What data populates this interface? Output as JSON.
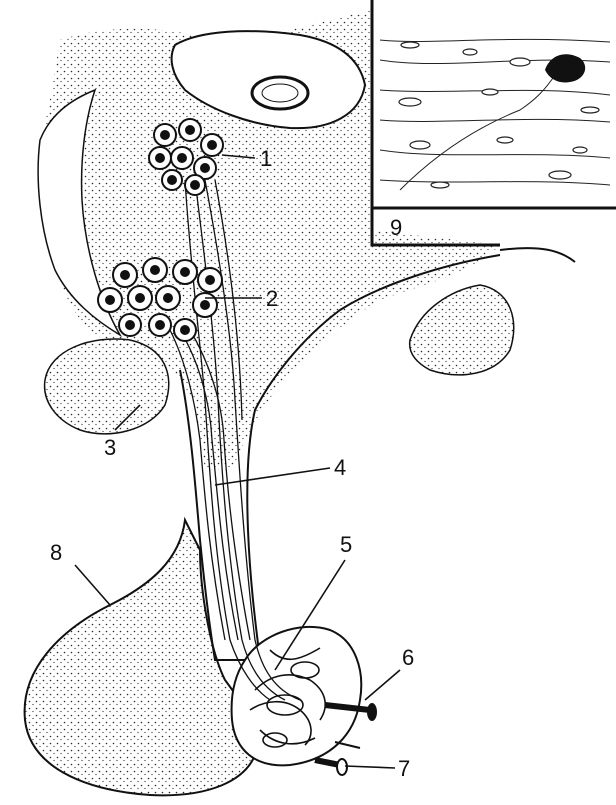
{
  "diagram": {
    "colors": {
      "ink": "#111111",
      "paper": "#ffffff",
      "stipple": "#3a3a3a"
    },
    "labels": [
      {
        "id": "1",
        "text": "1"
      },
      {
        "id": "2",
        "text": "2"
      },
      {
        "id": "3",
        "text": "3"
      },
      {
        "id": "4",
        "text": "4"
      },
      {
        "id": "5",
        "text": "5"
      },
      {
        "id": "6",
        "text": "6"
      },
      {
        "id": "7",
        "text": "7"
      },
      {
        "id": "8",
        "text": "8"
      },
      {
        "id": "9",
        "text": "9"
      }
    ]
  }
}
